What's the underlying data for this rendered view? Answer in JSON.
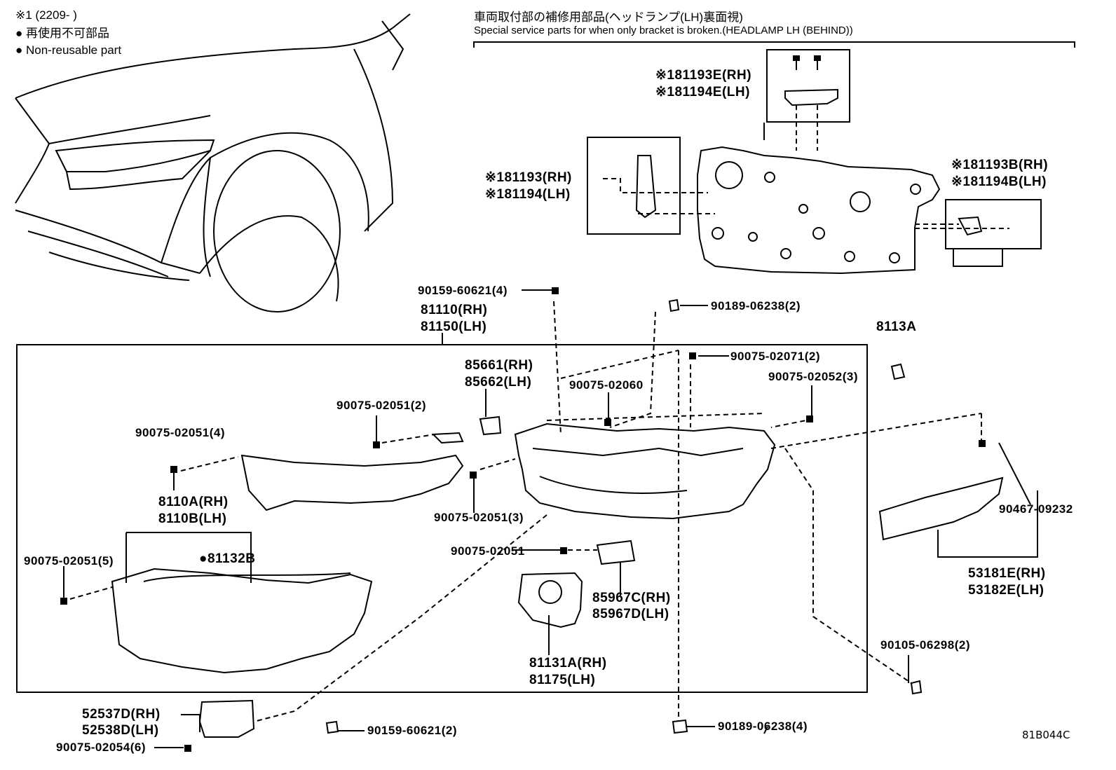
{
  "notes": {
    "star_note": "※1 (2209-      )",
    "non_reusable_jp": "● 再使用不可部品",
    "non_reusable_en": "● Non-reusable part"
  },
  "header": {
    "title_jp": "車両取付部の補修用部品(ヘッドランプ(LH)裏面視)",
    "title_en": "Special service parts for when only bracket is broken.(HEADLAMP LH (BEHIND))"
  },
  "parts": {
    "p81193E": "※181193E(RH)",
    "p81194E": "※181194E(LH)",
    "p81193": "※181193(RH)",
    "p81194": "※181194(LH)",
    "p81193B": "※181193B(RH)",
    "p81194B": "※181194B(LH)",
    "p90159_4": "90159-60621(4)",
    "p81110": "81110(RH)",
    "p81150": "81150(LH)",
    "p90189_2": "90189-06238(2)",
    "p8113A": "8113A",
    "p90075_02071": "90075-02071(2)",
    "p85661": "85661(RH)",
    "p85662": "85662(LH)",
    "p90075_02060": "90075-02060",
    "p90075_02052": "90075-02052(3)",
    "p90075_02051_2": "90075-02051(2)",
    "p90075_02051_4": "90075-02051(4)",
    "p8110A": "8110A(RH)",
    "p8110B": "8110B(LH)",
    "p90075_02051_3": "90075-02051(3)",
    "p90467": "90467-09232",
    "p90075_02051": "90075-02051",
    "p90075_02051_5": "90075-02051(5)",
    "p81132B": "●81132B",
    "p85967C": "85967C(RH)",
    "p85967D": "85967D(LH)",
    "p53181E": "53181E(RH)",
    "p53182E": "53182E(LH)",
    "p81131A": "81131A(RH)",
    "p81175": "81175(LH)",
    "p90105": "90105-06298(2)",
    "p52537D": "52537D(RH)",
    "p52538D": "52538D(LH)",
    "p90159_2": "90159-60621(2)",
    "p90189_4": "90189-06238(4)",
    "p90075_02054": "90075-02054(6)"
  },
  "diagram_code": "81B044C"
}
